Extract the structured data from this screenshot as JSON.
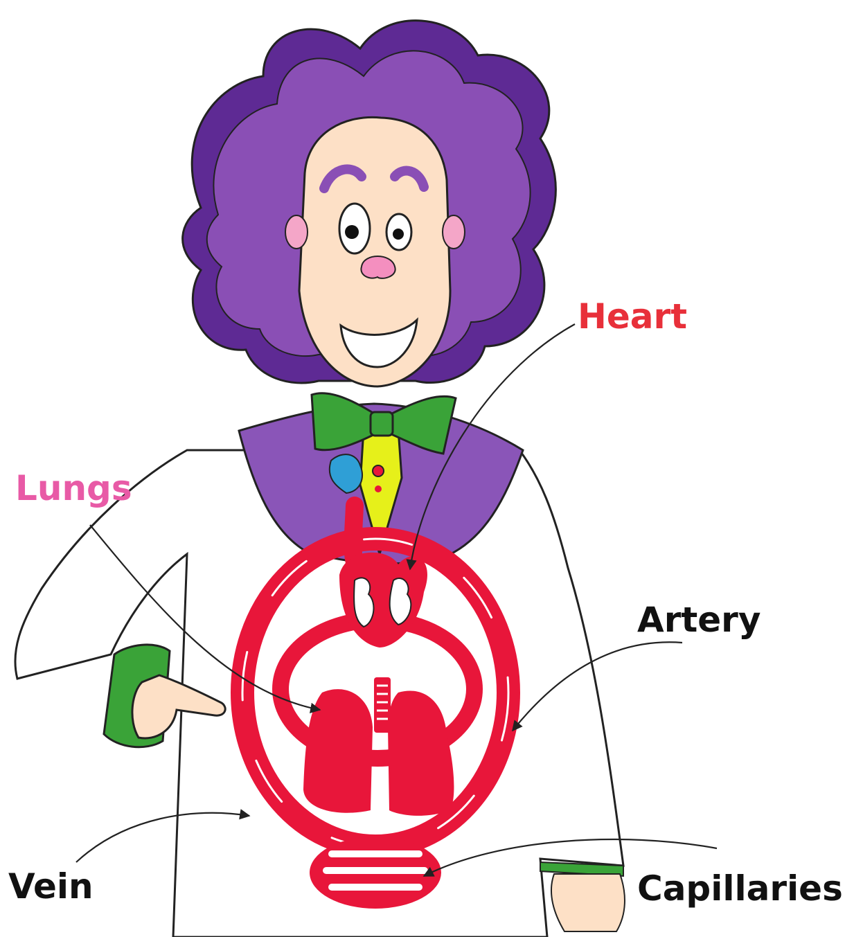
{
  "labels": {
    "heart": "Heart",
    "lungs": "Lungs",
    "artery": "Artery",
    "vein": "Vein",
    "capillaries": "Capillaries"
  },
  "colors": {
    "heart_label": "#e8303a",
    "lungs_label": "#e85aa6",
    "dark_label": "#111111",
    "blood": "#e8163a",
    "hair": "#8a4fb5",
    "hair_dark": "#5e2a94",
    "skin": "#fde0c6",
    "bowtie": "#3aa338",
    "vest": "#8a55b8",
    "tie": "#e6f01a"
  },
  "icons": {
    "character": "cartoon-scientist",
    "pointing_hand": "pointing-hand-icon"
  }
}
